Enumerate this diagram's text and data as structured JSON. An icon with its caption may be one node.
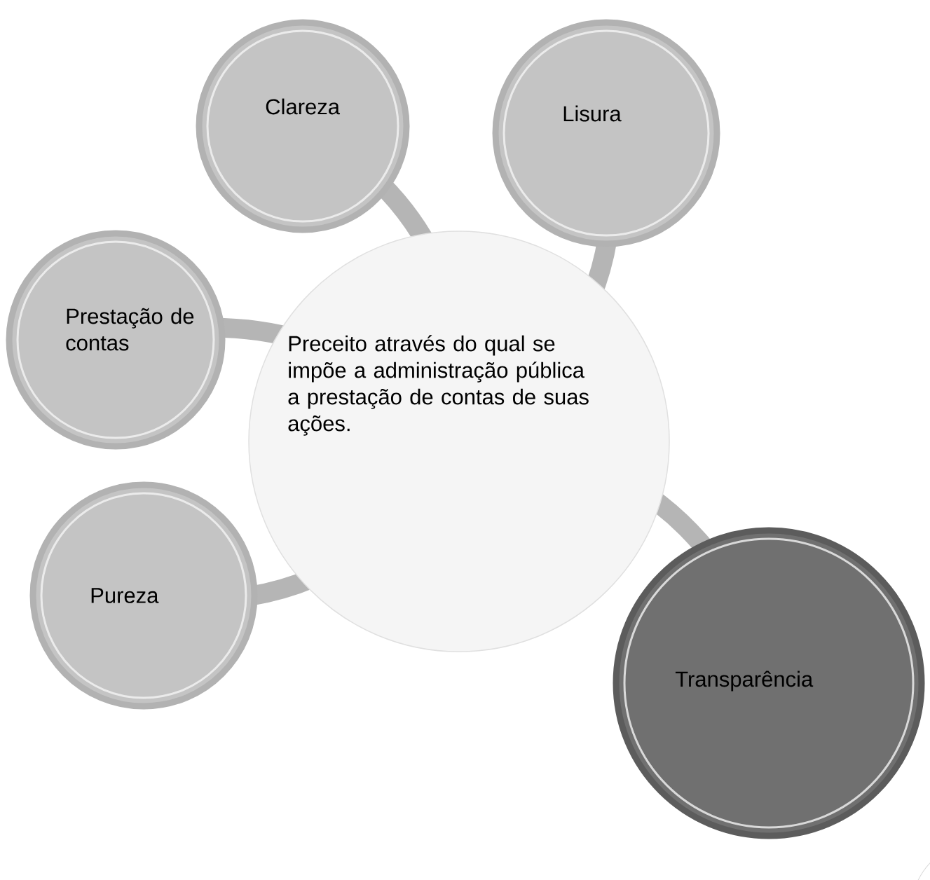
{
  "diagram": {
    "nodes": [
      {
        "text": [
          "Preceito através do qual se impõe a administração pública a prestação de contas de suas ações."
        ]
      },
      {
        "text": [
          "Clareza"
        ]
      },
      {
        "text": [
          "Lisura"
        ]
      },
      {
        "text": [
          "Prestação de contas"
        ]
      },
      {
        "text": [
          "Pureza"
        ]
      },
      {
        "text": [
          "Transparência"
        ]
      }
    ],
    "edges": [
      {
        "from": 1,
        "to": 0,
        "arrow": "none"
      },
      {
        "from": 2,
        "to": 0,
        "arrow": "none"
      },
      {
        "from": 3,
        "to": 0,
        "arrow": "none"
      },
      {
        "from": 4,
        "to": 0,
        "arrow": "none"
      },
      {
        "from": 0,
        "to": 5,
        "arrow": "none"
      }
    ]
  }
}
